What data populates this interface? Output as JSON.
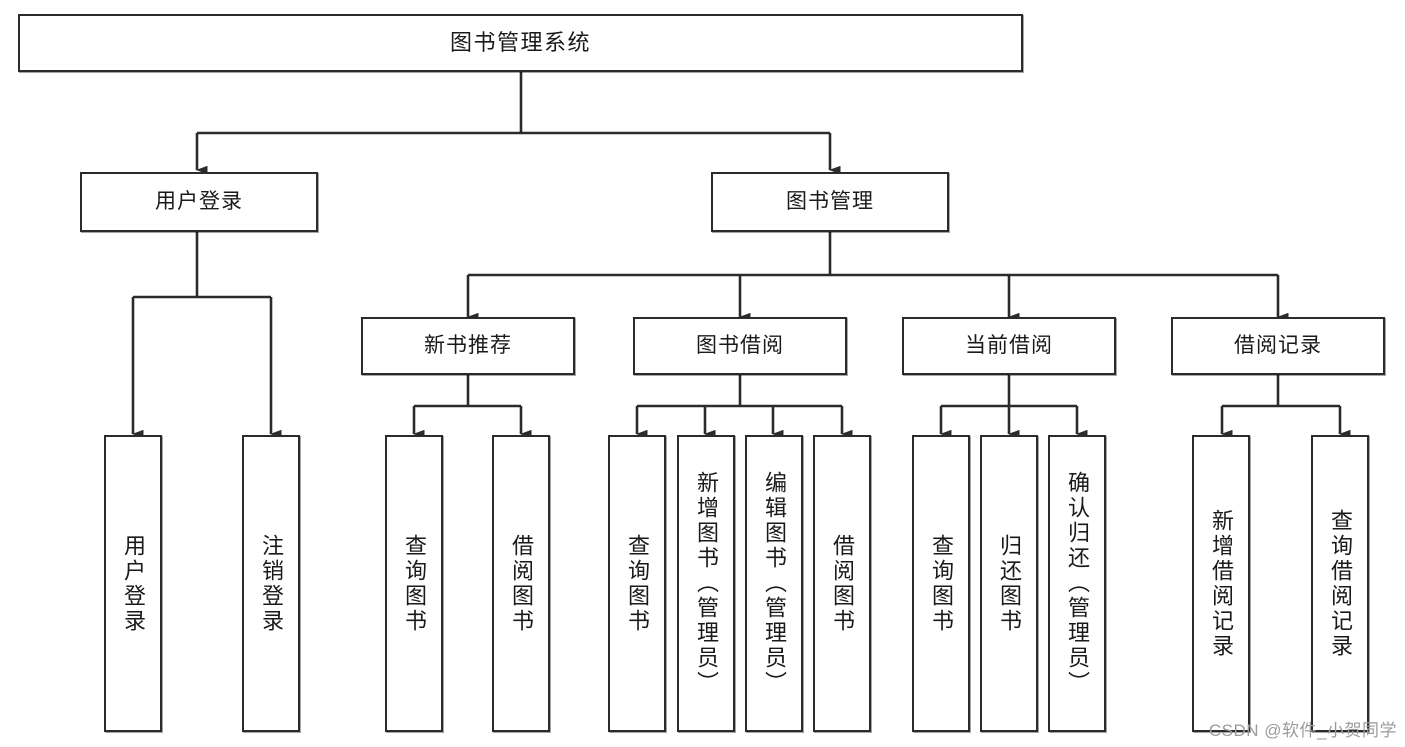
{
  "diagram": {
    "title": "图书管理系统",
    "type": "tree-hierarchy",
    "watermark": "CSDN @软件_小贺同学",
    "colors": {
      "background": "#ffffff",
      "border": "#2b2b2b",
      "text": "#1a1a1a",
      "edge": "#2b2b2b",
      "watermark": "#9b9b9b"
    },
    "nodes": {
      "root": {
        "label": "图书管理系统"
      },
      "level1": [
        {
          "id": "user-login",
          "label": "用户登录"
        },
        {
          "id": "book-manage",
          "label": "图书管理"
        }
      ],
      "level2": [
        {
          "id": "new-book-recommend",
          "label": "新书推荐"
        },
        {
          "id": "book-borrow",
          "label": "图书借阅"
        },
        {
          "id": "current-borrow",
          "label": "当前借阅"
        },
        {
          "id": "borrow-record",
          "label": "借阅记录"
        }
      ],
      "leaves": {
        "user-login": [
          {
            "id": "leaf-user-login",
            "label": "用户登录"
          },
          {
            "id": "leaf-logout-login",
            "label": "注销登录"
          }
        ],
        "new-book-recommend": [
          {
            "id": "leaf-query-book-1",
            "label": "查询图书"
          },
          {
            "id": "leaf-borrow-book-1",
            "label": "借阅图书"
          }
        ],
        "book-borrow": [
          {
            "id": "leaf-query-book-2",
            "label": "查询图书"
          },
          {
            "id": "leaf-add-book",
            "label": "新增图书（管理员）"
          },
          {
            "id": "leaf-edit-book",
            "label": "编辑图书（管理员）"
          },
          {
            "id": "leaf-borrow-book-2",
            "label": "借阅图书"
          }
        ],
        "current-borrow": [
          {
            "id": "leaf-query-book-3",
            "label": "查询图书"
          },
          {
            "id": "leaf-return-book",
            "label": "归还图书"
          },
          {
            "id": "leaf-confirm-return",
            "label": "确认归还（管理员）"
          }
        ],
        "borrow-record": [
          {
            "id": "leaf-add-record",
            "label": "新增借阅记录"
          },
          {
            "id": "leaf-query-record",
            "label": "查询借阅记录"
          }
        ]
      }
    }
  }
}
